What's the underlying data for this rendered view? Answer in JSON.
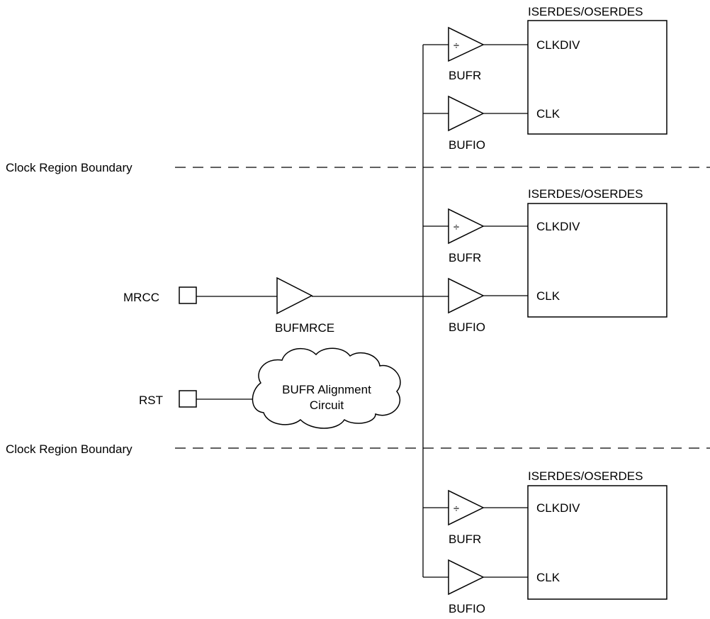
{
  "diagram": {
    "boundaries": {
      "top_label": "Clock Region Boundary",
      "bottom_label": "Clock Region Boundary"
    },
    "inputs": {
      "mrcc_label": "MRCC",
      "rst_label": "RST"
    },
    "bufmrce": {
      "label": "BUFMRCE"
    },
    "alignment_circuit": {
      "line1": "BUFR Alignment",
      "line2": "Circuit"
    },
    "regions": [
      {
        "serdes_title": "ISERDES/OSERDES",
        "bufr_label": "BUFR",
        "bufr_symbol": "÷",
        "bufio_label": "BUFIO",
        "clkdiv_pin": "CLKDIV",
        "clk_pin": "CLK"
      },
      {
        "serdes_title": "ISERDES/OSERDES",
        "bufr_label": "BUFR",
        "bufr_symbol": "÷",
        "bufio_label": "BUFIO",
        "clkdiv_pin": "CLKDIV",
        "clk_pin": "CLK"
      },
      {
        "serdes_title": "ISERDES/OSERDES",
        "bufr_label": "BUFR",
        "bufr_symbol": "÷",
        "bufio_label": "BUFIO",
        "clkdiv_pin": "CLKDIV",
        "clk_pin": "CLK"
      }
    ]
  }
}
